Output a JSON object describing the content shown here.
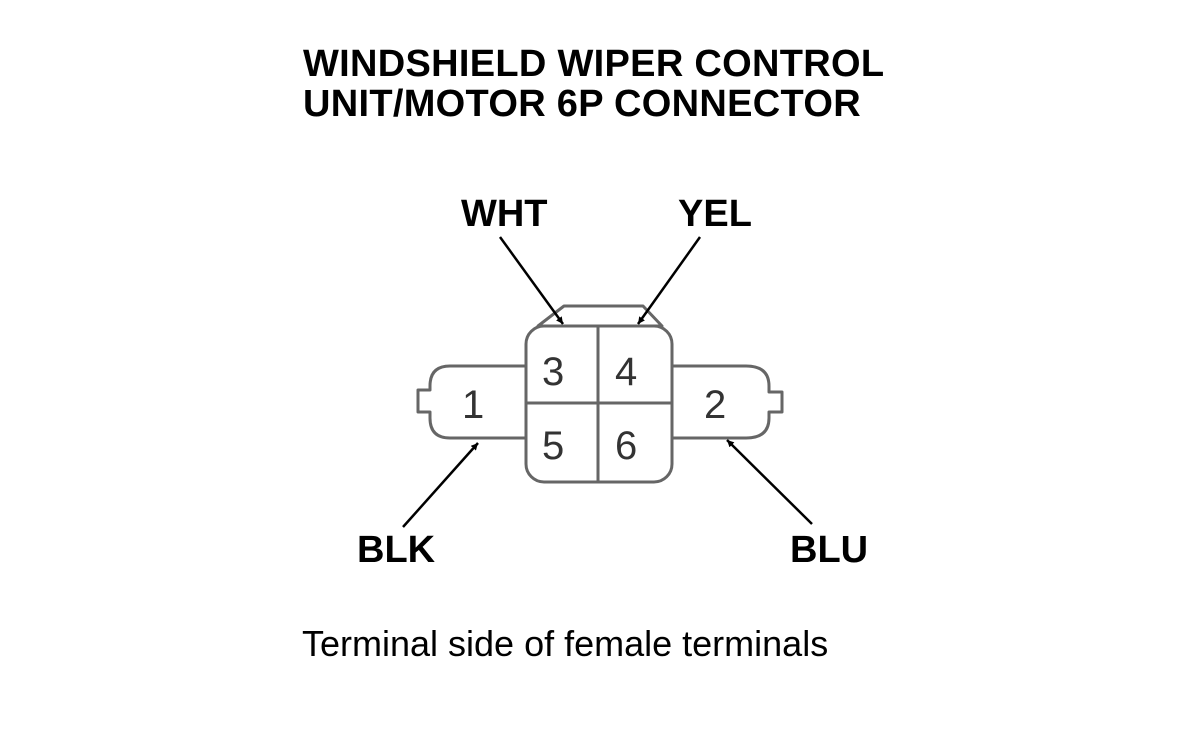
{
  "title": {
    "line1": "WINDSHIELD WIPER CONTROL",
    "line2": "UNIT/MOTOR 6P CONNECTOR"
  },
  "wire_labels": {
    "wht": "WHT",
    "yel": "YEL",
    "blk": "BLK",
    "blu": "BLU"
  },
  "terminals": {
    "t1": "1",
    "t2": "2",
    "t3": "3",
    "t4": "4",
    "t5": "5",
    "t6": "6"
  },
  "caption": "Terminal side of female terminals",
  "colors": {
    "outline": "#666666",
    "text": "#000000",
    "pin_text": "#333333"
  }
}
